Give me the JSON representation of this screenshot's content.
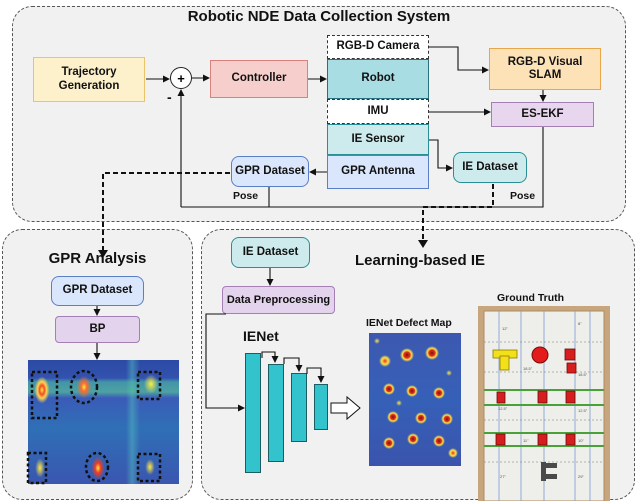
{
  "top_panel": {
    "title": "Robotic NDE Data Collection System",
    "trajectory": "Trajectory Generation",
    "sum_sign": "+",
    "minus_sign": "-",
    "controller": "Controller",
    "rgbd_camera": "RGB-D Camera",
    "robot": "Robot",
    "imu": "IMU",
    "ie_sensor": "IE Sensor",
    "gpr_antenna": "GPR Antenna",
    "rgbd_slam": "RGB-D Visual SLAM",
    "es_ekf": "ES-EKF",
    "ie_dataset": "IE Dataset",
    "gpr_dataset": "GPR Dataset",
    "pose_left": "Pose",
    "pose_right": "Pose"
  },
  "gpr_panel": {
    "title": "GPR Analysis",
    "gpr_dataset": "GPR Dataset",
    "bp": "BP"
  },
  "ie_panel": {
    "title": "Learning-based IE",
    "ie_dataset": "IE Dataset",
    "preprocessing": "Data Preprocessing",
    "ienet": "IENet",
    "defect_map_title": "IENet Defect Map",
    "ground_truth_title": "Ground Truth"
  },
  "colors": {
    "trajectory": "#fdf1cc",
    "controller": "#f6cfcd",
    "robot": "#a9dde4",
    "slam": "#fde2b8",
    "ekf": "#e8d6ee",
    "ie": "#cdeaec",
    "gpr": "#dae6fb",
    "bp": "#e3d3ec",
    "ienet": "#33c3cc"
  }
}
